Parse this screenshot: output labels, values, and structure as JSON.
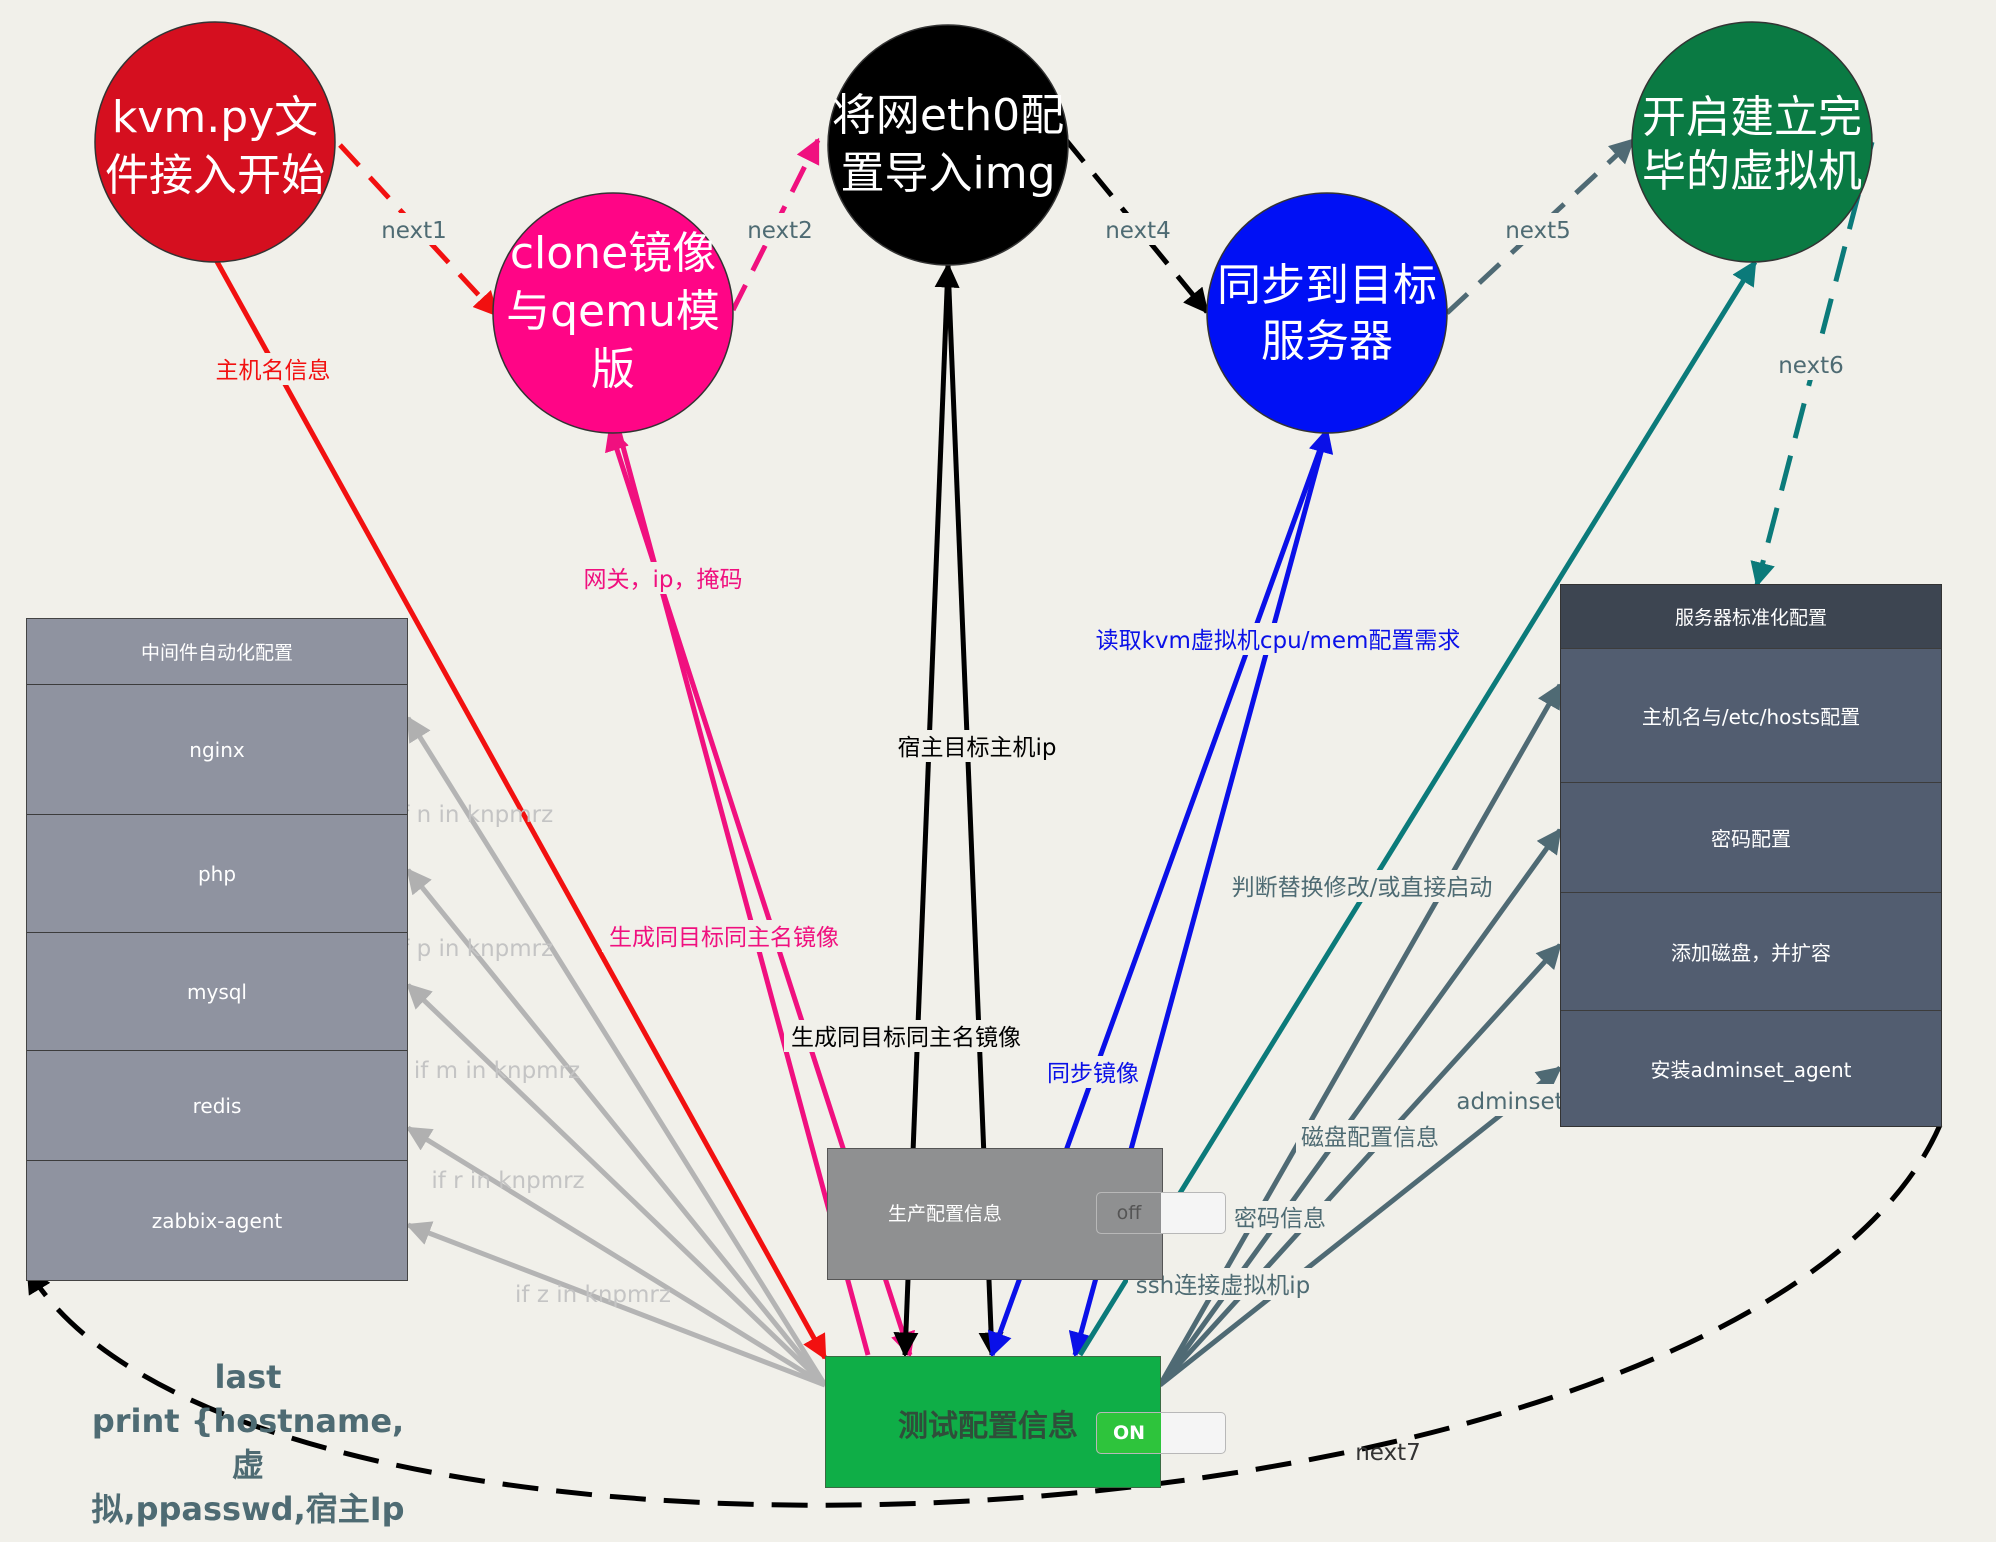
{
  "nodes": {
    "kvm": {
      "lines": [
        "kvm.py文",
        "件接入开始"
      ],
      "color": "#d50f1f"
    },
    "clone": {
      "lines": [
        "clone镜像",
        "与qemu模",
        "版"
      ],
      "color": "#ff0586"
    },
    "eth0": {
      "lines": [
        "将网eth0配",
        "置导入img"
      ],
      "color": "#000000"
    },
    "sync": {
      "lines": [
        "同步到目标",
        "服务器"
      ],
      "color": "#0010f5"
    },
    "start": {
      "lines": [
        "开启建立完",
        "毕的虚拟机"
      ],
      "color": "#0a7a43"
    }
  },
  "edges": {
    "next1": "next1",
    "next2": "next2",
    "next4": "next4",
    "next5": "next5",
    "next6": "next6",
    "next7": "next7",
    "hostname": "主机名信息",
    "gateway": "网关，ip，掩码",
    "host_target_ip": "宿主目标主机ip",
    "read_kvm": "读取kvm虚拟机cpu/mem配置需求",
    "judge": "判断替换修改/或直接启动",
    "gen1": "生成同目标同主名镜像",
    "gen2": "生成同目标同主名镜像",
    "sync_img": "同步镜像",
    "adminset": "adminset",
    "disk_cfg": "磁盘配置信息",
    "pwd_info": "密码信息",
    "ssh": "ssh连接虚拟机ip",
    "if_n": "if n in knpmrz",
    "if_p": "if p in knpmrz",
    "if_m": "if m in knpmrz",
    "if_r": "if r in knpmrz",
    "if_z": "if z in knpmrz"
  },
  "middleware": {
    "title": "中间件自动化配置",
    "items": [
      "nginx",
      "php",
      "mysql",
      "redis",
      "zabbix-agent"
    ]
  },
  "server_config": {
    "title": "服务器标准化配置",
    "items": [
      "主机名与/etc/hosts配置",
      "密码配置",
      "添加磁盘，并扩容",
      "安装adminset_agent"
    ]
  },
  "prod_box": {
    "label": "生产配置信息",
    "toggle": "off"
  },
  "test_box": {
    "label": "测试配置信息",
    "toggle": "ON"
  },
  "last_note": {
    "lines": [
      "last",
      "print {hostname,虚",
      "拟,ppasswd,宿主Ip"
    ]
  }
}
